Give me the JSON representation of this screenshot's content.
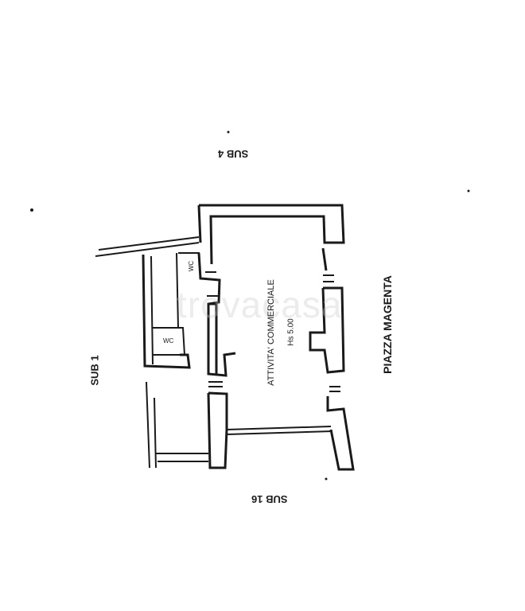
{
  "plan": {
    "neighbor_top": "SUB 4",
    "neighbor_bottom": "SUB 16",
    "neighbor_left": "SUB 1",
    "street_right": "PIAZZA MAGENTA",
    "main_room": "ATTIVITA' COMMERCIALE",
    "main_room_height": "Hs 5.00",
    "wc_upper": "WC",
    "wc_lower": "WC"
  },
  "watermark": "trovacasa",
  "colors": {
    "ink": "#1a1a1a",
    "background": "#ffffff"
  }
}
